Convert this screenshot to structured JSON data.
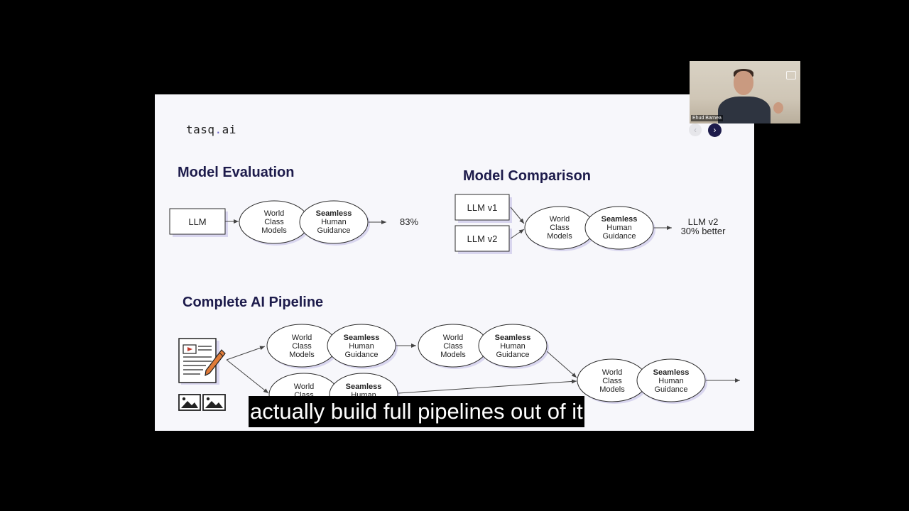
{
  "brand": {
    "name_part1": "tasq",
    "dot": ".",
    "name_part2": "ai"
  },
  "sections": {
    "evaluation": {
      "title": "Model Evaluation",
      "input": "LLM",
      "result": "83%"
    },
    "comparison": {
      "title": "Model Comparison",
      "inputs": [
        "LLM v1",
        "LLM v2"
      ],
      "result_line1": "LLM v2",
      "result_line2": "30% better"
    },
    "pipeline": {
      "title": "Complete AI Pipeline"
    }
  },
  "ellipse_labels": {
    "world": [
      "World",
      "Class",
      "Models"
    ],
    "seamless_bold": "Seamless",
    "seamless": [
      "Human",
      "Guidance"
    ]
  },
  "icons": [
    "video-document-icon",
    "pencil-icon",
    "image-icon",
    "next-arrow-icon",
    "prev-arrow-icon",
    "camera-icon"
  ],
  "colors": {
    "title": "#1d1b4b",
    "accent": "#6b63c7",
    "shadow": "#d9d6ef",
    "slide_bg": "#f7f7fb"
  },
  "webcam": {
    "name": "Ehud Barnea"
  },
  "caption": {
    "text": "actually build full pipelines out of it"
  }
}
